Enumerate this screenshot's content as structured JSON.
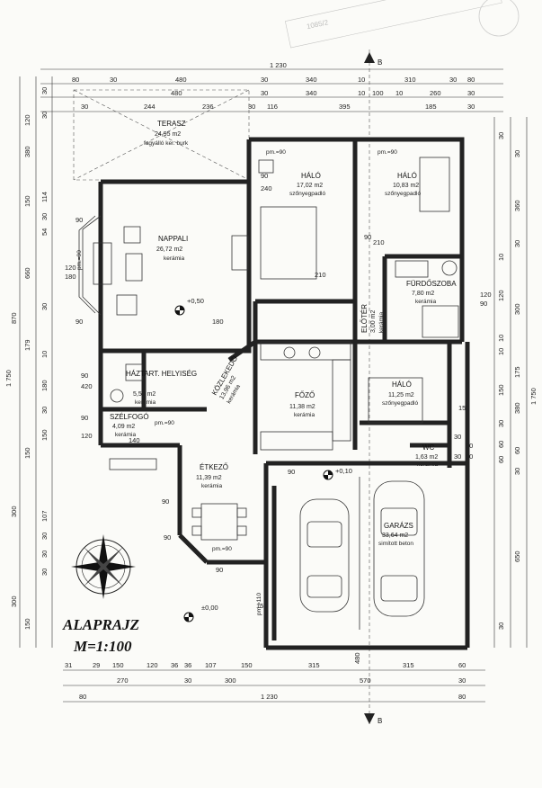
{
  "plan": {
    "title": "ALAPRAJZ",
    "scale": "M=1:100",
    "section_marker": "B",
    "stamp_text": "1085/2",
    "levels": {
      "living": "+0,50",
      "garage": "+0,10",
      "ground": "±0,00"
    },
    "rooms": {
      "terasz": {
        "name": "TERASZ",
        "area": "24,95 m2",
        "material": "fagyálló ker. burk"
      },
      "nappali": {
        "name": "NAPPALI",
        "area": "26,72 m2",
        "material": "kerámia"
      },
      "halo1": {
        "name": "HÁLÓ",
        "area": "17,02 m2",
        "material": "szőnyegpadló"
      },
      "halo2": {
        "name": "HÁLÓ",
        "area": "10,83 m2",
        "material": "szőnyegpadló"
      },
      "furdo": {
        "name": "FÜRDŐSZOBA",
        "area": "7,80 m2",
        "material": "kerámia"
      },
      "eloter": {
        "name": "ELŐTÉR",
        "area": "3,00 m2",
        "material": "kerámia"
      },
      "hazt": {
        "name": "HÁZTART. HELYISÉG",
        "area": "5,51 m2",
        "material": "kerámia"
      },
      "kozl": {
        "name": "KÖZLEKEDŐ",
        "area": "13,96 m2",
        "material": "kerámia"
      },
      "fozo": {
        "name": "FŐZŐ",
        "area": "11,38 m2",
        "material": "kerámia"
      },
      "halo3": {
        "name": "HÁLÓ",
        "area": "11,25 m2",
        "material": "szőnyegpadló"
      },
      "szel": {
        "name": "SZÉLFOGÓ",
        "area": "4,09 m2",
        "material": "kerámia"
      },
      "wc": {
        "name": "WC",
        "area": "1,63 m2",
        "material": "kerámia"
      },
      "etkezo": {
        "name": "ÉTKEZŐ",
        "area": "11,39 m2",
        "material": "kerámia"
      },
      "garazs": {
        "name": "GARÁZS",
        "area": "33,64 m2",
        "material": "simított beton"
      }
    },
    "doors": [
      "pm.=90",
      "pm.=90",
      "pm.=90",
      "pm.=110",
      "pm.=90",
      "pm.=90"
    ],
    "dims_top": {
      "overall": "1 230",
      "row1": [
        "80",
        "30",
        "480",
        "30",
        "340",
        "10",
        "310",
        "30",
        "80"
      ],
      "row2": [
        "480",
        "30",
        "340",
        "10",
        "100",
        "10",
        "260",
        "30"
      ],
      "row3": [
        "30",
        "244",
        "236",
        "30",
        "116",
        "395",
        "185",
        "30"
      ]
    },
    "dims_bottom": {
      "row1": [
        "31",
        "29",
        "150",
        "120",
        "36",
        "36",
        "107",
        "150",
        "315",
        "315",
        "60"
      ],
      "row2": [
        "270",
        "30",
        "300",
        "570",
        "30"
      ],
      "row3": [
        "80",
        "1 230",
        "80"
      ]
    },
    "dims_left": {
      "overall": "1 750",
      "col1": [
        "120",
        "380",
        "150",
        "660",
        "870",
        "179",
        "150",
        "300",
        "300",
        "150"
      ],
      "col2": [
        "30",
        "30",
        "114",
        "30",
        "54",
        "30",
        "10",
        "180",
        "30",
        "150",
        "107",
        "30",
        "30",
        "30"
      ]
    },
    "dims_right": {
      "overall": "1 750",
      "col1": [
        "30",
        "360",
        "30",
        "300",
        "175",
        "380",
        "60",
        "30",
        "650"
      ],
      "col2": [
        "30",
        "10",
        "120",
        "10",
        "10",
        "150",
        "30",
        "60",
        "60",
        "30"
      ]
    },
    "inner_dims": [
      "90",
      "240",
      "90",
      "120",
      "180",
      "90",
      "90",
      "420",
      "210",
      "210",
      "90",
      "120",
      "90",
      "150",
      "90",
      "120",
      "140",
      "90",
      "90",
      "150",
      "30",
      "30",
      "90",
      "60",
      "60",
      "180",
      "480",
      "90"
    ]
  }
}
